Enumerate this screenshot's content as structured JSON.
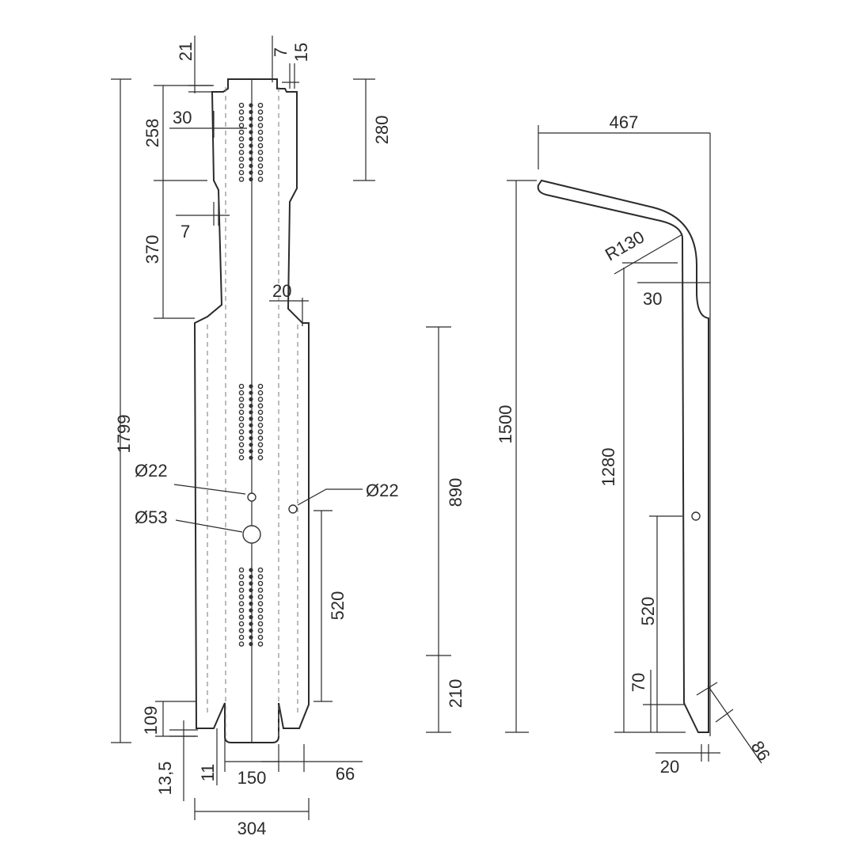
{
  "front_view": {
    "dim_total_height": "1799",
    "dim_top_offset": "21",
    "dim_top_step": "30",
    "dim_top_section": "258",
    "dim_mid_section": "370",
    "dim_wall": "7",
    "dim_top_right_small": "7",
    "dim_top_right_gap": "15",
    "dim_right_top": "280",
    "dim_shoulder": "20",
    "dim_bottom_notch_height": "109",
    "dim_bottom_offset": "13,5",
    "dim_bottom_gap": "11",
    "dim_bottom_inner": "150",
    "dim_bottom_right": "66",
    "dim_width": "304",
    "dim_lower_right": "520",
    "label_hole_small_left": "Ø22",
    "label_hole_large": "Ø53",
    "label_hole_small_right": "Ø22"
  },
  "middle_dims": {
    "dim_upper": "890",
    "dim_lower": "210"
  },
  "side_view": {
    "dim_arm_width": "467",
    "dim_radius": "R130",
    "dim_arm_thickness": "30",
    "dim_height": "1500",
    "dim_inner_height": "1280",
    "dim_lower": "520",
    "dim_bottom_small": "70",
    "dim_bottom_width": "20",
    "dim_bottom_diagonal": "86"
  }
}
